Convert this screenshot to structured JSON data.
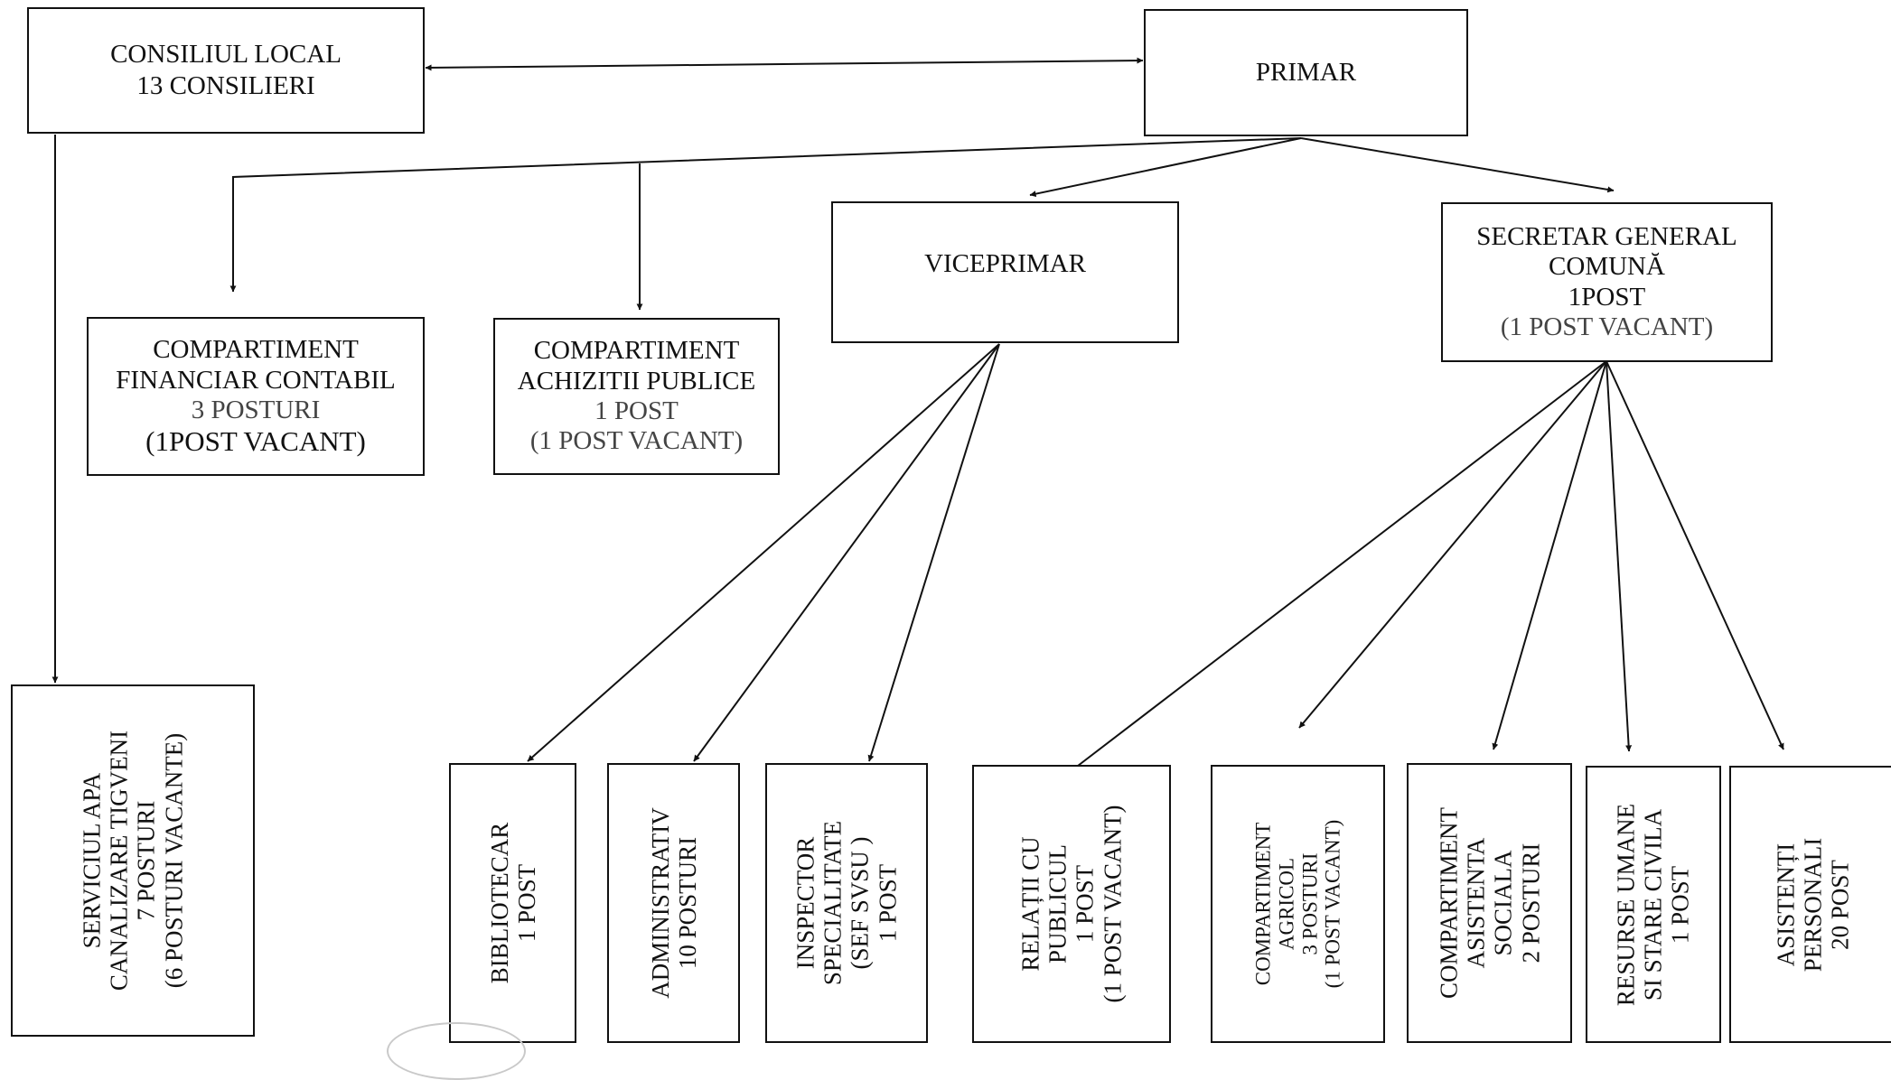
{
  "nodes": {
    "consiliu": [
      "CONSILIUL LOCAL",
      "13 CONSILIERI"
    ],
    "primar": [
      "PRIMAR"
    ],
    "viceprimar": [
      "VICEPRIMAR"
    ],
    "secretar": [
      "SECRETAR GENERAL",
      "COMUNĂ",
      "1POST",
      "(1 POST VACANT)"
    ],
    "financiar": [
      "COMPARTIMENT",
      "FINANCIAR CONTABIL",
      "3 POSTURI",
      "(1POST VACANT)"
    ],
    "achizitii": [
      "COMPARTIMENT",
      "ACHIZITII PUBLICE",
      "1 POST",
      "(1 POST VACANT)"
    ],
    "apa": [
      "SERVICIUL APA",
      "CANALIZARE TIGVENI",
      "7 POSTURI",
      "(6 POSTURI VACANTE)"
    ],
    "bibliotecar": [
      "BIBLIOTECAR",
      "1 POST"
    ],
    "administrativ": [
      "ADMINISTRATIV",
      "10  POSTURI"
    ],
    "inspector": [
      "INSPECTOR",
      "SPECIALITATE",
      "(SEF SVSU )",
      "1 POST"
    ],
    "relatii": [
      "RELAȚII CU",
      "PUBLICUL",
      "1 POST",
      "(1 POST VACANT)"
    ],
    "agricol": [
      "COMPARTIMENT",
      "AGRICOL",
      "3 POSTURI",
      "(1 POST VACANT)"
    ],
    "asistenta": [
      "COMPARTIMENT",
      "ASISTENTA",
      "SOCIALA",
      "2 POSTURI"
    ],
    "resurse": [
      "RESURSE UMANE",
      "SI STARE CIVILA",
      "1 POST"
    ],
    "asistenti": [
      "ASISTENȚI",
      "PERSONALI",
      "20 POST"
    ]
  }
}
